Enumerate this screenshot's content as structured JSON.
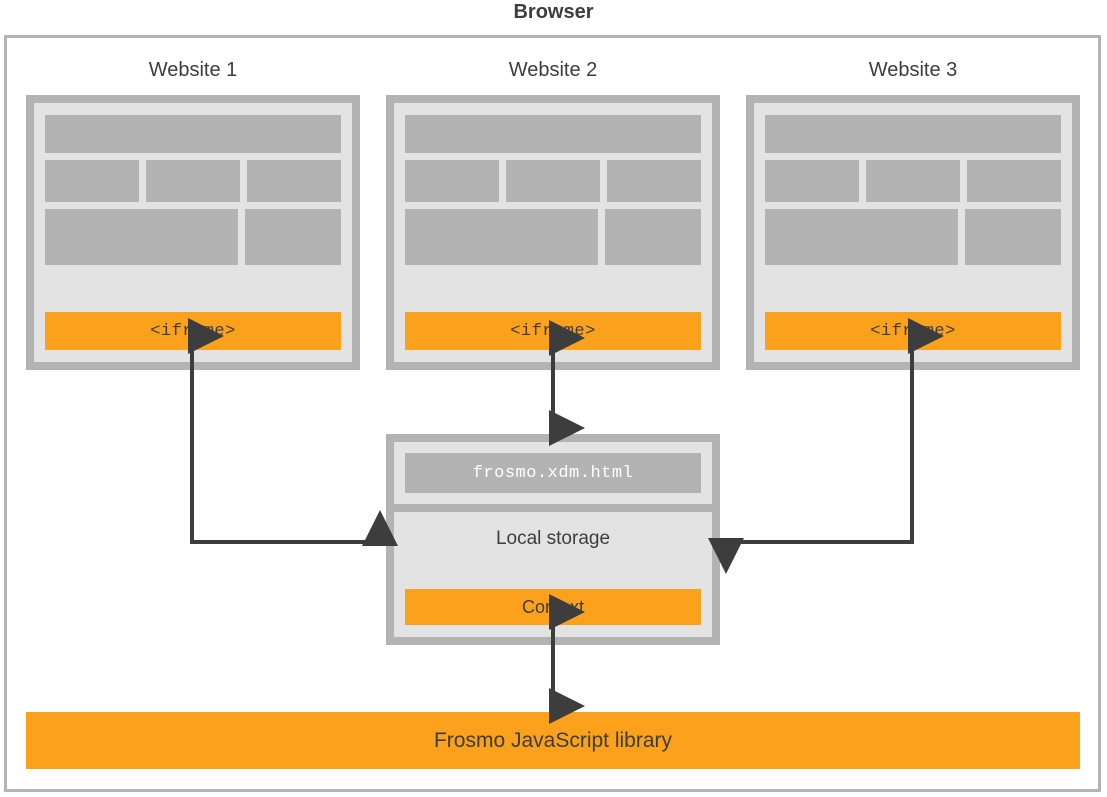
{
  "title": "Browser",
  "colors": {
    "accent_orange": "#fba11b",
    "frame_gray": "#b3b3b3",
    "panel_gray": "#e3e3e3",
    "text_dark": "#3d3d3d",
    "arrow": "#3d3d3d"
  },
  "websites": [
    {
      "label": "Website 1",
      "iframe_label": "<iframe>",
      "content_blocks": [
        [
          "header"
        ],
        [
          "block",
          "block",
          "block"
        ],
        [
          "wide-block",
          "block"
        ]
      ]
    },
    {
      "label": "Website 2",
      "iframe_label": "<iframe>",
      "content_blocks": [
        [
          "header"
        ],
        [
          "block",
          "block",
          "block"
        ],
        [
          "wide-block",
          "block"
        ]
      ]
    },
    {
      "label": "Website 3",
      "iframe_label": "<iframe>",
      "content_blocks": [
        [
          "header"
        ],
        [
          "block",
          "block",
          "block"
        ],
        [
          "wide-block",
          "block"
        ]
      ]
    }
  ],
  "xdm": {
    "file_label": "frosmo.xdm.html",
    "storage_label": "Local storage",
    "context_label": "Context"
  },
  "library": {
    "label": "Frosmo JavaScript library"
  },
  "connections": [
    {
      "name": "website1-to-xdm",
      "from": "Website 1 <iframe>",
      "to": "Local storage",
      "direction": "bidirectional-elbow-left"
    },
    {
      "name": "website2-to-xdm",
      "from": "Website 2 <iframe>",
      "to": "frosmo.xdm.html",
      "direction": "bidirectional-vertical"
    },
    {
      "name": "website3-to-xdm",
      "from": "Website 3 <iframe>",
      "to": "Local storage",
      "direction": "bidirectional-elbow-right"
    },
    {
      "name": "context-to-library",
      "from": "Context",
      "to": "Frosmo JavaScript library",
      "direction": "bidirectional-vertical"
    }
  ]
}
